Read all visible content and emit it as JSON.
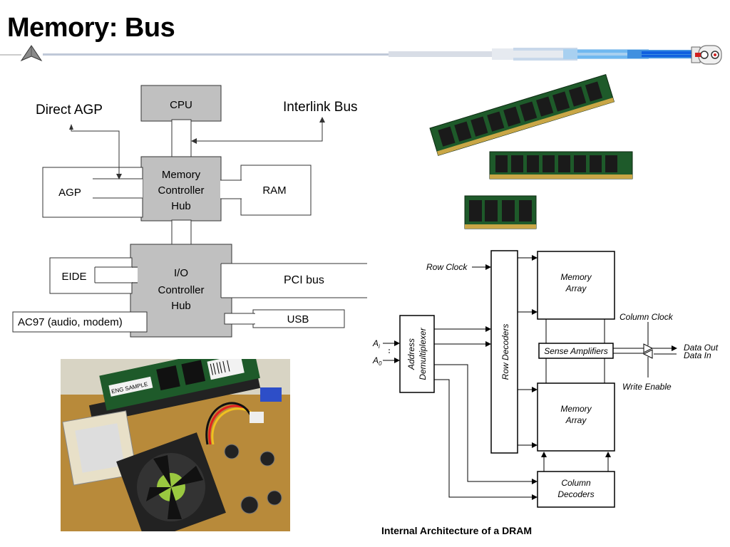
{
  "slide": {
    "title": "Memory: Bus"
  },
  "bus_diagram": {
    "cpu": "CPU",
    "mch_line1": "Memory",
    "mch_line2": "Controller",
    "mch_line3": "Hub",
    "agp": "AGP",
    "ram": "RAM",
    "direct_agp": "Direct AGP",
    "interlink_bus": "Interlink Bus",
    "ich_line1": "I/O",
    "ich_line2": "Controller",
    "ich_line3": "Hub",
    "eide": "EIDE",
    "pci_bus": "PCI bus",
    "usb": "USB",
    "ac97": "AC97 (audio, modem)"
  },
  "dram_diagram": {
    "row_clock": "Row Clock",
    "a_i": "A",
    "a_i_sub": "i",
    "a_0": "A",
    "a_0_sub": "0",
    "address_demux_line1": "Address",
    "address_demux_line2": "Demultiplexer",
    "row_decoders": "Row Decoders",
    "memory_array_top_line1": "Memory",
    "memory_array_top_line2": "Array",
    "memory_array_bottom_line1": "Memory",
    "memory_array_bottom_line2": "Array",
    "sense_amplifiers": "Sense Amplifiers",
    "column_clock": "Column Clock",
    "data_out": "Data Out",
    "data_in": "Data In",
    "write_enable": "Write Enable",
    "column_decoders_line1": "Column",
    "column_decoders_line2": "Decoders",
    "caption": "Internal Architecture of a DRAM"
  },
  "photo_motherboard": {
    "label_line1": "ENG SAMPLE"
  },
  "colors": {
    "hub_fill": "#c0c0c0",
    "header_blue": "#1060e0",
    "header_light_blue": "#70b8f0",
    "pcb_green": "#1e5a2a",
    "chip_black": "#1a1a1a"
  }
}
